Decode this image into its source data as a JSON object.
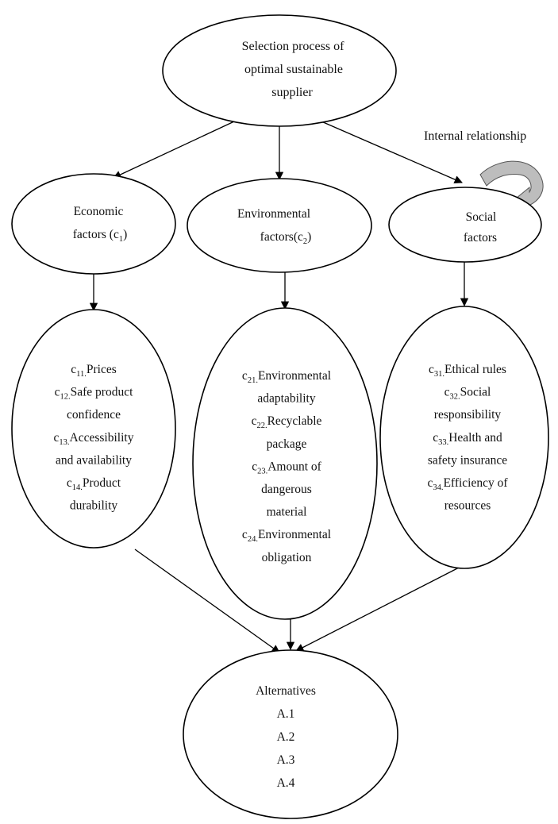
{
  "root": {
    "lines": [
      "Selection process of",
      "optimal sustainable",
      "supplier"
    ]
  },
  "internal_relationship_label": "Internal relationship",
  "criteria": [
    {
      "name": "Economic",
      "line2_prefix": "factors (c",
      "sub": "1",
      "line2_suffix": ")"
    },
    {
      "name": "Environmental",
      "line2_prefix": "factors(c",
      "sub": "2",
      "line2_suffix": ")"
    },
    {
      "name": "Social",
      "line2": "factors"
    }
  ],
  "subcriteria": [
    [
      {
        "code": "c",
        "sub": "11.",
        "text": "Prices"
      },
      {
        "code": "c",
        "sub": "12.",
        "text": "Safe product"
      },
      {
        "text": "confidence"
      },
      {
        "code": "c",
        "sub": "13.",
        "text": "Accessibility"
      },
      {
        "text": "and availability"
      },
      {
        "code": "c",
        "sub": "14.",
        "text": "Product"
      },
      {
        "text": "durability"
      }
    ],
    [
      {
        "code": "c",
        "sub": "21.",
        "text": "Environmental"
      },
      {
        "text": "adaptability"
      },
      {
        "code": "c",
        "sub": "22.",
        "text": "Recyclable"
      },
      {
        "text": "package"
      },
      {
        "code": "c",
        "sub": "23.",
        "text": "Amount of"
      },
      {
        "text": "dangerous"
      },
      {
        "text": "material"
      },
      {
        "code": "c",
        "sub": "24.",
        "text": "Environmental"
      },
      {
        "text": "obligation"
      }
    ],
    [
      {
        "code": "c",
        "sub": "31.",
        "text": "Ethical rules"
      },
      {
        "code": "c",
        "sub": "32.",
        "text": "Social"
      },
      {
        "text": "responsibility"
      },
      {
        "code": "c",
        "sub": "33.",
        "text": "Health and"
      },
      {
        "text": "safety insurance"
      },
      {
        "code": "c",
        "sub": "34.",
        "text": "Efficiency of"
      },
      {
        "text": "resources"
      }
    ]
  ],
  "alternatives": {
    "title": "Alternatives",
    "items": [
      "A.1",
      "A.2",
      "A.3",
      "A.4"
    ]
  }
}
